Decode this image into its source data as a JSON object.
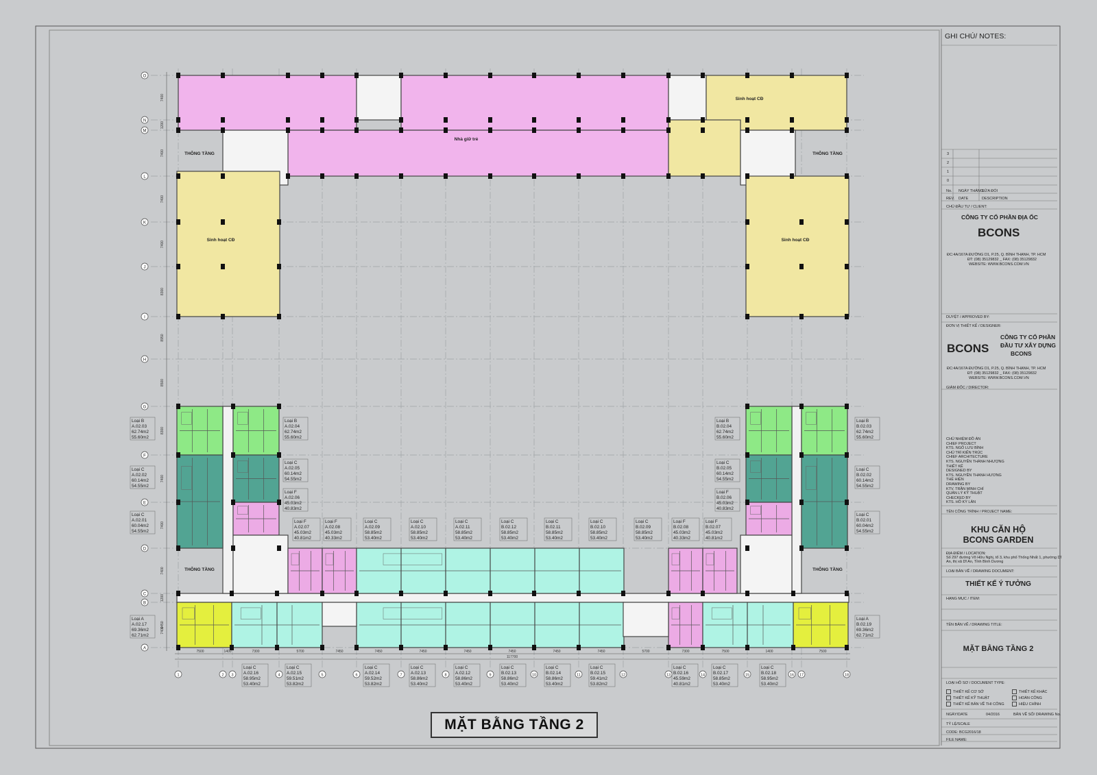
{
  "drawing": {
    "main_title": "MẶT BẰNG TẦNG 2",
    "colors": {
      "nursery": "#f1b4ec",
      "community": "#f1e7a2",
      "type_a": "#e4ef3e",
      "type_b": "#8ee986",
      "type_c_teal": "#52a493",
      "type_c_light": "#aff3e4",
      "type_f": "#ecabe5",
      "core": "#f4f4f4",
      "background": "#c9cbcd"
    },
    "row_axes": [
      "O",
      "N",
      "M",
      "L",
      "K",
      "J",
      "I",
      "H",
      "G",
      "F",
      "E",
      "D",
      "C",
      "B",
      "A"
    ],
    "row_dims": [
      "7400",
      "1200",
      "7400",
      "7400",
      "7400",
      "8300",
      "8950",
      "8500",
      "8300",
      "7400",
      "7400",
      "7400",
      "1200",
      "1450",
      "7400"
    ],
    "col_axes": [
      "1",
      "2",
      "3",
      "4",
      "5",
      "6",
      "7",
      "8",
      "9",
      "10",
      "11",
      "12",
      "13",
      "14",
      "15",
      "16",
      "17",
      "18"
    ],
    "col_dims": [
      "7500",
      "1400",
      "7300",
      "5700",
      "7450",
      "7450",
      "7450",
      "7450",
      "7450",
      "7450",
      "7450",
      "5700",
      "7300",
      "7500",
      "1400",
      "7500"
    ],
    "total_dim": "117700",
    "rooms": {
      "nursery": "Nhà giữ trẻ",
      "community": "Sinh hoạt CĐ",
      "void": "THÔNG TẦNG"
    },
    "units_left": [
      {
        "type": "Loại B",
        "code": "A.02.03",
        "area1": "62.74m2",
        "area2": "55.60m2"
      },
      {
        "type": "Loại B",
        "code": "A.02.04",
        "area1": "62.74m2",
        "area2": "55.60m2"
      },
      {
        "type": "Loại C",
        "code": "A.02.02",
        "area1": "60.14m2",
        "area2": "54.55m2"
      },
      {
        "type": "Loại C",
        "code": "A.02.05",
        "area1": "60.14m2",
        "area2": "54.55m2"
      },
      {
        "type": "Loại F",
        "code": "A.02.06",
        "area1": "45.03m2",
        "area2": "40.83m2"
      },
      {
        "type": "Loại C",
        "code": "A.02.01",
        "area1": "60.04m2",
        "area2": "54.55m2"
      },
      {
        "type": "Loại A",
        "code": "A.02.17",
        "area1": "69.36m2",
        "area2": "62.71m2"
      }
    ],
    "units_right": [
      {
        "type": "Loại B",
        "code": "B.02.04",
        "area1": "62.74m2",
        "area2": "55.60m2"
      },
      {
        "type": "Loại B",
        "code": "B.02.03",
        "area1": "62.74m2",
        "area2": "55.60m2"
      },
      {
        "type": "Loại C",
        "code": "B.02.05",
        "area1": "60.14m2",
        "area2": "54.55m2"
      },
      {
        "type": "Loại C",
        "code": "B.02.02",
        "area1": "60.14m2",
        "area2": "54.55m2"
      },
      {
        "type": "Loại F",
        "code": "B.02.06",
        "area1": "45.03m2",
        "area2": "40.83m2"
      },
      {
        "type": "Loại C",
        "code": "B.02.01",
        "area1": "60.04m2",
        "area2": "54.55m2"
      },
      {
        "type": "Loại A",
        "code": "B.02.19",
        "area1": "69.36m2",
        "area2": "62.71m2"
      }
    ],
    "units_top_row": [
      {
        "type": "Loại F",
        "code": "A.02.07",
        "area1": "45.03m2",
        "area2": "40.81m2"
      },
      {
        "type": "Loại F",
        "code": "A.02.08",
        "area1": "45.03m2",
        "area2": "40.33m2"
      },
      {
        "type": "Loại C",
        "code": "A.02.09",
        "area1": "58.85m2",
        "area2": "53.40m2"
      },
      {
        "type": "Loại C",
        "code": "A.02.10",
        "area1": "58.85m2",
        "area2": "53.40m2"
      },
      {
        "type": "Loại C",
        "code": "A.02.11",
        "area1": "58.85m2",
        "area2": "53.40m2"
      },
      {
        "type": "Loại C",
        "code": "B.02.12",
        "area1": "58.85m2",
        "area2": "53.40m2"
      },
      {
        "type": "Loại C",
        "code": "B.02.11",
        "area1": "58.85m2",
        "area2": "53.40m2"
      },
      {
        "type": "Loại C",
        "code": "B.02.10",
        "area1": "58.85m2",
        "area2": "53.40m2"
      },
      {
        "type": "Loại C",
        "code": "B.02.09",
        "area1": "58.85m2",
        "area2": "53.40m2"
      },
      {
        "type": "Loại F",
        "code": "B.02.08",
        "area1": "45.03m2",
        "area2": "40.33m2"
      },
      {
        "type": "Loại F",
        "code": "B.02.07",
        "area1": "45.03m2",
        "area2": "40.81m2"
      }
    ],
    "units_bottom_row": [
      {
        "type": "Loại C",
        "code": "A.02.16",
        "area1": "58.95m2",
        "area2": "53.40m2"
      },
      {
        "type": "Loại C",
        "code": "A.02.15",
        "area1": "59.51m2",
        "area2": "53.82m2"
      },
      {
        "type": "Loại C",
        "code": "A.02.14",
        "area1": "59.52m2",
        "area2": "53.82m2"
      },
      {
        "type": "Loại C",
        "code": "A.02.13",
        "area1": "58.86m2",
        "area2": "53.40m2"
      },
      {
        "type": "Loại C",
        "code": "A.02.12",
        "area1": "58.86m2",
        "area2": "53.40m2"
      },
      {
        "type": "Loại C",
        "code": "B.02.13",
        "area1": "58.86m2",
        "area2": "53.40m2"
      },
      {
        "type": "Loại C",
        "code": "B.02.14",
        "area1": "58.86m2",
        "area2": "53.40m2"
      },
      {
        "type": "Loại C",
        "code": "B.02.15",
        "area1": "59.41m2",
        "area2": "53.82m2"
      },
      {
        "type": "Loại C",
        "code": "B.02.16",
        "area1": "45.59m2",
        "area2": "40.81m2"
      },
      {
        "type": "Loại C",
        "code": "B.02.17",
        "area1": "58.85m2",
        "area2": "53.40m2"
      },
      {
        "type": "Loại C",
        "code": "B.02.18",
        "area1": "58.95m2",
        "area2": "53.40m2"
      }
    ]
  },
  "title_block": {
    "notes_label": "GHI CHÚ/ NOTES:",
    "rev_rows": [
      "3",
      "2",
      "1",
      "0"
    ],
    "rev_headers": [
      "No.",
      "NGÀY THÁNG",
      "SỬA ĐỔI"
    ],
    "rev_headers2": [
      "REV.",
      "DATE",
      "DESCRIPTION"
    ],
    "client_label": "CHỦ ĐẦU TƯ / CLIENT:",
    "client_name": "CÔNG TY CỔ PHẦN ĐỊA ỐC",
    "client_logo": "BCONS",
    "client_addr1": "ĐC:4A/167A ĐƯỜNG D1, P.25, Q. BÌNH THẠNH, TP. HCM",
    "client_addr2": "ĐT: (08) 35129832 _ FAX: (08) 35129832",
    "client_addr3": "WEBSITE: WWW.BCONS.COM.VN",
    "approved_label": "DUYỆT / APPROVED BY:",
    "designer_label": "ĐƠN VỊ THIẾT KẾ / DESIGNER:",
    "designer_logo": "BCONS",
    "designer_name1": "CÔNG TY CỔ PHẦN",
    "designer_name2": "ĐẦU TƯ XÂY DỰNG",
    "designer_name3": "BCONS",
    "designer_addr1": "ĐC:4A/167A ĐƯỜNG D1, P.25, Q. BÌNH THẠNH, TP. HCM",
    "designer_addr2": "ĐT: (08) 35129832 _ FAX: (08) 35129832",
    "designer_addr3": "WEBSITE: WWW.BCONS.COM.VN",
    "director_label": "GIÁM ĐỐC / DIRECTOR:",
    "staff_lines": [
      "CHỦ NHIỆM ĐỒ ÁN",
      "CHIEF PROJECT",
      "KTS. NGÔ LƯU BÌNH",
      "CHỦ TRÌ KIẾN TRÚC",
      "CHIEF ARCHITECTURE",
      "KTS. NGUYỄN THÀNH NHƯỢNG",
      "THIẾT KẾ",
      "DESIGNED BY",
      "KTS. NGUYỄN THANH HƯƠNG",
      "THỂ HIỆN",
      "DRAWING BY",
      "KTV. TRẦN MINH CHÍ",
      "QUẢN LÝ KỸ THUẬT",
      "CHECKED BY",
      "KTS. HỒ KỲ LÂN"
    ],
    "project_label": "TÊN CÔNG TRÌNH / PROJECT NAME:",
    "project_name1": "KHU CĂN HỘ",
    "project_name2": "BCONS GARDEN",
    "location_label": "ĐỊA ĐIỂM / LOCATION:",
    "location_text1": "Số 297 đường Võ Hữu Nghị, tổ 3, khu phố Thống Nhất 1, phường Dĩ",
    "location_text2": "An, thị xã Dĩ An, Tỉnh Bình Dương",
    "doc_label": "LOẠI BẢN VẼ / DRAWING DOCUMENT:",
    "doc_name": "THIẾT KẾ Ý TƯỞNG",
    "item_label": "HẠNG MỤC / ITEM:",
    "drawing_title_label": "TÊN BẢN VẼ / DRAWING TITLE:",
    "drawing_title": "MẶT BẰNG TẦNG 2",
    "doc_type_label": "LOẠI HỒ SƠ / DOCUMENT TYPE:",
    "doc_types_left": [
      "THIẾT KẾ CƠ SỞ",
      "THIẾT KẾ KỸ THUẬT",
      "THIẾT KẾ BẢN VẼ THI CÔNG"
    ],
    "doc_types_right": [
      "THIẾT KẾ KHÁC",
      "HOÀN CÔNG",
      "HIỆU CHỈNH"
    ],
    "date_label": "NGÀY/DATE",
    "date_value": "04/2016",
    "drawing_no_label": "BẢN VẼ SỐ/ DRAWING No.",
    "scale_label": "TỶ LỆ/SCALE",
    "code_label": "CODE: BCG2016/18",
    "file_label": "FILE NAME:"
  }
}
